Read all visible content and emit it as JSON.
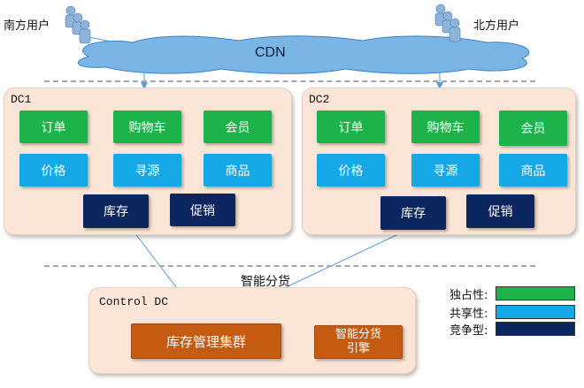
{
  "users": {
    "south_label": "南方用户",
    "north_label": "北方用户"
  },
  "cdn": {
    "label": "CDN"
  },
  "dc1": {
    "title": "DC1",
    "row1": [
      "订单",
      "购物车",
      "会员"
    ],
    "row2": [
      "价格",
      "寻源",
      "商品"
    ],
    "row3": [
      "库存",
      "促销"
    ]
  },
  "dc2": {
    "title": "DC2",
    "row1": [
      "订单",
      "购物车",
      "会员"
    ],
    "row2": [
      "价格",
      "寻源",
      "商品"
    ],
    "row3": [
      "库存",
      "促销"
    ]
  },
  "flow_label": "智能分货",
  "control_dc": {
    "title": "Control DC",
    "cluster": "库存管理集群",
    "engine_line1": "智能分货",
    "engine_line2": "引擎"
  },
  "legend": {
    "exclusive": "独占性:",
    "shared": "共享性:",
    "competitive": "竞争型:"
  },
  "colors": {
    "exclusive": "#1db34a",
    "shared": "#14a9e6",
    "competitive": "#0c2660",
    "control": "#c55a11",
    "dc_background": "#fbe5d6"
  }
}
